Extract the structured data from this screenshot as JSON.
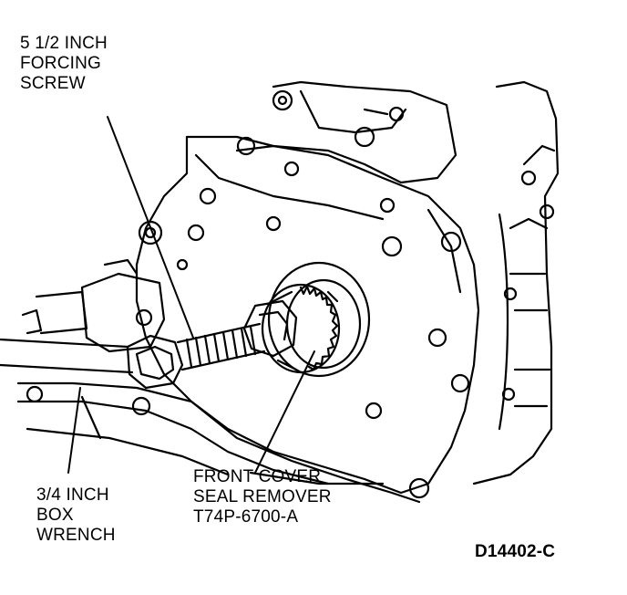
{
  "labels": {
    "forcing_screw": [
      "5 1/2 INCH",
      "FORCING",
      "SCREW"
    ],
    "seal_remover": [
      "FRONT COVER",
      "SEAL REMOVER",
      "T74P-6700-A"
    ],
    "box_wrench": [
      "3/4 INCH",
      "BOX",
      "WRENCH"
    ]
  },
  "figure_id": "D14402-C",
  "colors": {
    "ink": "#000000",
    "paper": "#ffffff"
  }
}
